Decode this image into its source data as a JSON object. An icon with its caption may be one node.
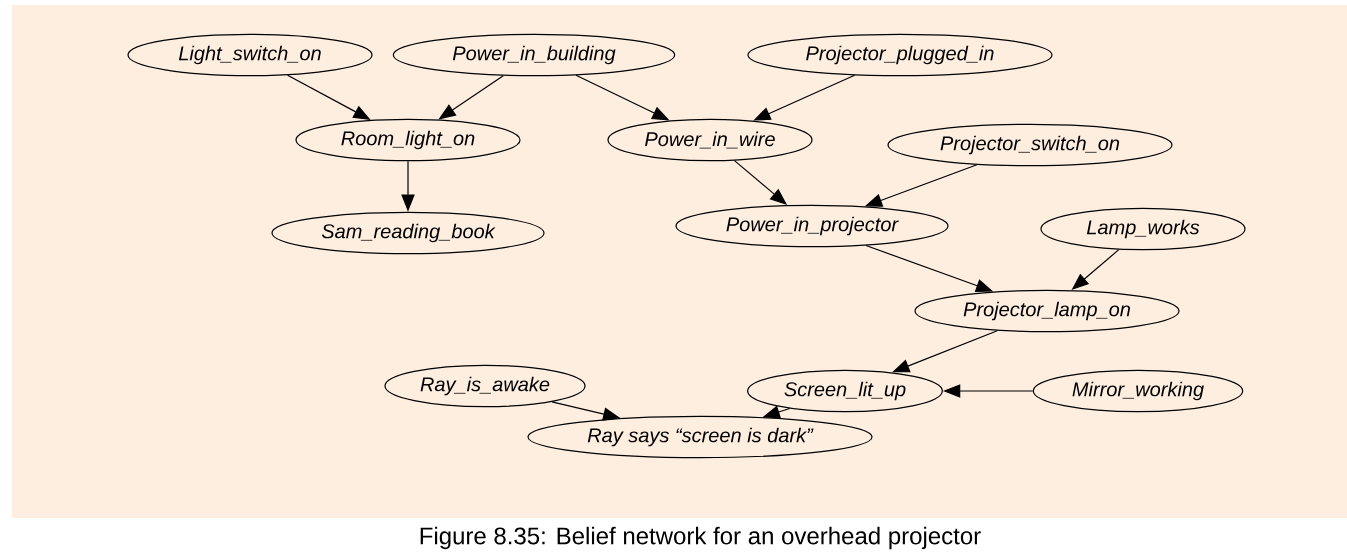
{
  "diagram": {
    "caption": "Figure 8.35: Belief network for an overhead projector",
    "nodes": [
      {
        "text": [
          "Light_switch_on"
        ]
      },
      {
        "text": [
          "Power_in_building"
        ]
      },
      {
        "text": [
          "Projector_plugged_in"
        ]
      },
      {
        "text": [
          "Room_light_on"
        ]
      },
      {
        "text": [
          "Power_in_wire"
        ]
      },
      {
        "text": [
          "Projector_switch_on"
        ]
      },
      {
        "text": [
          "Sam_reading_book"
        ]
      },
      {
        "text": [
          "Power_in_projector"
        ]
      },
      {
        "text": [
          "Lamp_works"
        ]
      },
      {
        "text": [
          "Projector_lamp_on"
        ]
      },
      {
        "text": [
          "Ray_is_awake"
        ]
      },
      {
        "text": [
          "Screen_lit_up"
        ]
      },
      {
        "text": [
          "Mirror_working"
        ]
      },
      {
        "text": [
          "Ray says “screen is dark”"
        ]
      }
    ],
    "edges": [
      {
        "from": 0,
        "to": 3,
        "arrow": "to"
      },
      {
        "from": 1,
        "to": 3,
        "arrow": "to"
      },
      {
        "from": 1,
        "to": 4,
        "arrow": "to"
      },
      {
        "from": 2,
        "to": 4,
        "arrow": "to"
      },
      {
        "from": 3,
        "to": 6,
        "arrow": "to"
      },
      {
        "from": 4,
        "to": 7,
        "arrow": "to"
      },
      {
        "from": 5,
        "to": 7,
        "arrow": "to"
      },
      {
        "from": 7,
        "to": 9,
        "arrow": "to"
      },
      {
        "from": 8,
        "to": 9,
        "arrow": "to"
      },
      {
        "from": 9,
        "to": 11,
        "arrow": "to"
      },
      {
        "from": 12,
        "to": 11,
        "arrow": "to"
      },
      {
        "from": 10,
        "to": 13,
        "arrow": "to"
      },
      {
        "from": 11,
        "to": 13,
        "arrow": "to"
      }
    ]
  }
}
